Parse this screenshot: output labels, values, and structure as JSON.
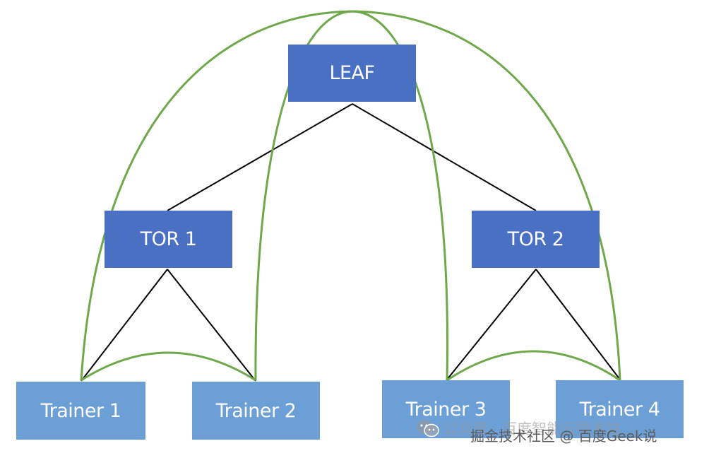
{
  "nodes": {
    "leaf": "LEAF",
    "tor1": "TOR 1",
    "tor2": "TOR 2",
    "trainer1": "Trainer 1",
    "trainer2": "Trainer 2",
    "trainer3": "Trainer 3",
    "trainer4": "Trainer 4"
  },
  "watermark": {
    "line1": "公众号 · 百度智能云技术站",
    "line2": "掘金技术社区 @ 百度Geek说",
    "icon": "wechat-icon"
  },
  "colors": {
    "switch": "#4a70c4",
    "trainer": "#6b9fd6",
    "link": "#000000",
    "ring": "#6fa84a"
  }
}
